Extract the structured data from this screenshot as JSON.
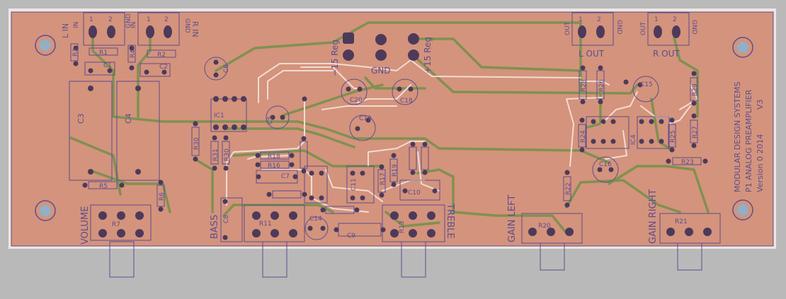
{
  "colors": {
    "background": "#b9b9b9",
    "board": "#d4937c",
    "board_edge": "#efe6e1",
    "outline": "#5b4e8e",
    "top_trace": "#7f9150",
    "bottom_trace": "#f2dcd4",
    "pad": "#4d3a5a",
    "mount_hole": "#8fb0c8"
  },
  "silkscreen": {
    "inputs": {
      "left": "L IN",
      "right": "R IN",
      "gnd": "GND",
      "pin_in": "IN",
      "pins": [
        "1",
        "2"
      ]
    },
    "outputs": {
      "left": "L OUT",
      "right": "R OUT",
      "out": "OUT",
      "gnd": "GND",
      "pins": [
        "1",
        "2"
      ]
    },
    "power": {
      "neg": "−15 Reg",
      "gnd": "GND",
      "pos": "+15 Reg"
    },
    "controls": {
      "volume": "VOLUME",
      "bass": "BASS",
      "treble": "TREBLE",
      "gain_left": "GAIN LEFT",
      "gain_right": "GAIN RIGHT"
    },
    "maker": {
      "company": "MODULAR DESIGN SYSTEMS",
      "product": "P1 ANALOG PREAMPLIFIER",
      "version": "Version 0 2014",
      "rev": "V3"
    },
    "refs": {
      "R1": "R1",
      "R2": "R2",
      "R3": "R3",
      "R4": "R4",
      "R5": "R5",
      "R6": "R6",
      "R7": "R7",
      "R11": "R11",
      "R13": "R13",
      "R16": "R16",
      "R17": "R17",
      "R18": "R18",
      "R19": "R19",
      "R20": "R20",
      "R21": "R21",
      "R22": "R22",
      "R23": "R23",
      "R24": "R24",
      "R25": "R25",
      "R26": "R26",
      "R27": "R27",
      "R28": "R28",
      "R29": "R29",
      "R30": "R30",
      "R31": "R31",
      "C1": "C1",
      "C2": "C2",
      "C3": "C3",
      "C4": "C4",
      "C5": "C5",
      "C6": "C6",
      "C7": "C7",
      "C8": "C8",
      "C9": "C9",
      "C10": "C10",
      "C11": "C11",
      "C14": "C14",
      "C15": "C15",
      "C16": "C16",
      "C18": "C18",
      "C19": "C19",
      "C20": "C20",
      "IC1": "IC1",
      "IC4": "IC4"
    }
  }
}
